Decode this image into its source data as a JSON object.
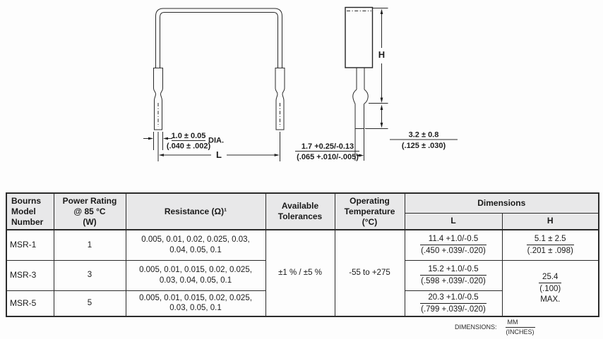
{
  "drawing": {
    "front": {
      "dia_mm": "1.0 ± 0.05",
      "dia_in": "(.040 ± .002)",
      "dia_suffix": "DIA.",
      "length_label": "L"
    },
    "side": {
      "height_label": "H",
      "tip_mm": "3.2 ± 0.8",
      "tip_in": "(.125 ± .030)",
      "lead_mm": "1.7 +0.25/-0.13",
      "lead_in": "(.065 +.010/-.005)"
    }
  },
  "table": {
    "headers": {
      "model": "Bourns\nModel\nNumber",
      "power": "Power Rating\n@ 85 °C\n(W)",
      "resistance": "Resistance (Ω)¹",
      "tolerances": "Available\nTolerances",
      "temperature": "Operating\nTemperature\n(°C)",
      "dimensions": "Dimensions",
      "dim_l": "L",
      "dim_h": "H"
    },
    "rows": [
      {
        "model": "MSR-1",
        "power": "1",
        "resistance": "0.005, 0.01, 0.02, 0.025, 0.03,\n0.04, 0.05, 0.1",
        "l_mm": "11.4 +1.0/-0.5",
        "l_in": "(.450 +.039/-.020)",
        "h_mm": "5.1 ± 2.5",
        "h_in": "(.201 ± .098)"
      },
      {
        "model": "MSR-3",
        "power": "3",
        "resistance": "0.005, 0.01, 0.015, 0.02, 0.025,\n0.03, 0.04, 0.05, 0.1",
        "l_mm": "15.2 +1.0/-0.5",
        "l_in": "(.598 +.039/-.020)"
      },
      {
        "model": "MSR-5",
        "power": "5",
        "resistance": "0.005, 0.01, 0.015, 0.02, 0.025,\n0.03, 0.05, 0.1",
        "l_mm": "20.3 +1.0/-0.5",
        "l_in": "(.799 +.039/-.020)"
      }
    ],
    "merged": {
      "tolerances": "±1 % / ±5 %",
      "temperature": "-55 to +275",
      "h_msr35_mm": "25.4",
      "h_msr35_in": "(.100)",
      "h_msr35_suffix": "MAX."
    }
  },
  "footer": {
    "label": "DIMENSIONS:",
    "units_mm": "MM",
    "units_in": "(INCHES)"
  }
}
